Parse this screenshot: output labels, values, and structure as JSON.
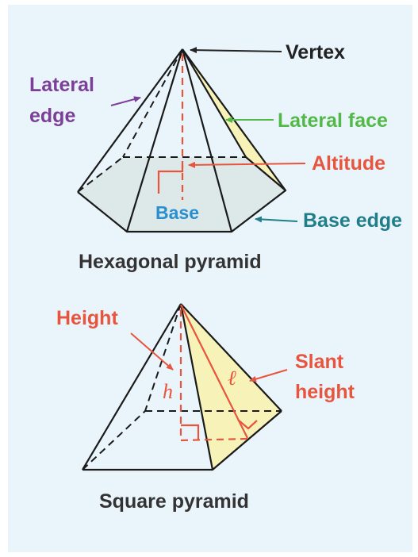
{
  "colors": {
    "background": "#eaf5fb",
    "outline": "#1a1a1a",
    "base_fill": "#dde8e9",
    "lateral_face_fill": "#f7f3b8",
    "altitude_red": "#e8553e",
    "vertex_label": "#222222",
    "lateral_edge_label": "#7b3f98",
    "lateral_face_label": "#52b848",
    "base_label": "#2a8fcf",
    "base_edge_label": "#1f7e8a",
    "caption": "#333333"
  },
  "hexagonal_pyramid": {
    "caption": "Hexagonal pyramid",
    "labels": {
      "vertex": "Vertex",
      "lateral_edge_line1": "Lateral",
      "lateral_edge_line2": "edge",
      "lateral_face": "Lateral face",
      "altitude": "Altitude",
      "base": "Base",
      "base_edge": "Base edge"
    }
  },
  "square_pyramid": {
    "caption": "Square pyramid",
    "labels": {
      "height": "Height",
      "h_symbol": "h",
      "slant_symbol": "ℓ",
      "slant_height_line1": "Slant",
      "slant_height_line2": "height"
    }
  }
}
